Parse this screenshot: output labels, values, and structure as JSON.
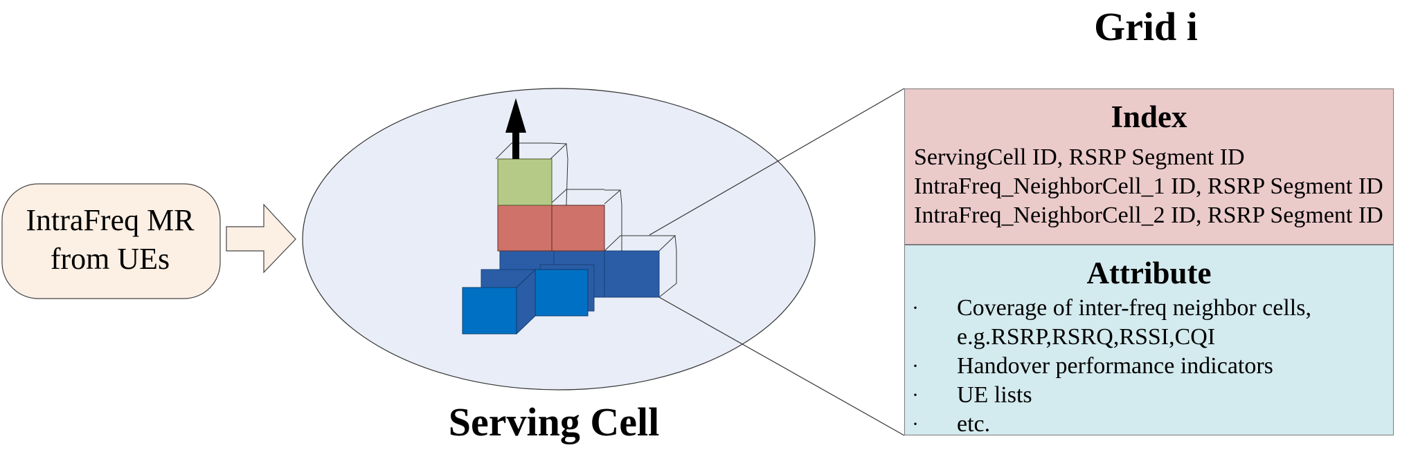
{
  "grid_title": "Grid i",
  "serving_cell_label": "Serving Cell",
  "source": {
    "line1": "IntraFreq MR",
    "line2": "from UEs"
  },
  "index_panel": {
    "heading": "Index",
    "rows": [
      "ServingCell ID,  RSRP Segment ID",
      "IntraFreq_NeighborCell_1 ID, RSRP Segment ID",
      "IntraFreq_NeighborCell_2 ID, RSRP Segment ID"
    ]
  },
  "attribute_panel": {
    "heading": "Attribute",
    "bullet_symbol": "·",
    "items": [
      "Coverage of inter-freq neighbor cells,",
      "e.g.RSRP,RSRQ,RSSI,CQI",
      "Handover performance indicators",
      "UE lists",
      "etc."
    ]
  },
  "colors": {
    "ellipse_fill": "#e8edf7",
    "source_fill": "#fcefe3",
    "arrow_fill": "#fcefe3",
    "cube_green": "#b5ca86",
    "cube_red": "#cf726a",
    "cube_dark_blue": "#2a5da6",
    "cube_blue": "#0070c4",
    "index_fill": "#ebcaca",
    "attribute_fill": "#d3eaee"
  }
}
